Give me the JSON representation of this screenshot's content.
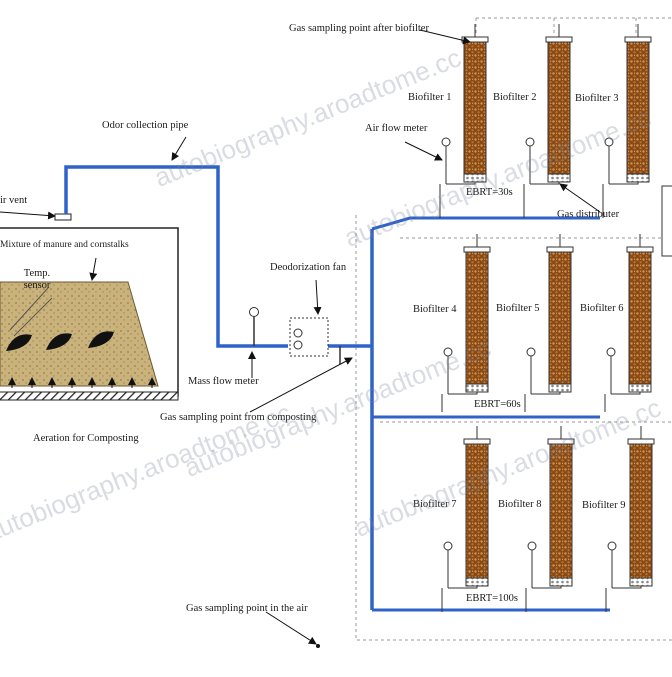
{
  "colors": {
    "pipe": "#2f63c8",
    "media_dark": "#7a3f14",
    "media_light": "#c98a3a",
    "compost": "#c6b07a",
    "line": "#333333",
    "dashed": "#9a9a9a",
    "watermark": "#8a93a6"
  },
  "labels": {
    "gas_sampling_after_biofilter": "Gas sampling point after biofilter",
    "odor_collection_pipe": "Odor collection pipe",
    "air_vent": "ir vent",
    "mixture": "Mixture of manure and cornstalks",
    "temp_sensor": "Temp. sensor",
    "deodorization_fan": "Deodorization fan",
    "mass_flow_meter": "Mass flow meter",
    "gas_sampling_composting": "Gas sampling point from composting",
    "aeration": "Aeration for Composting",
    "air_flow_meter": "Air flow meter",
    "gas_distributer": "Gas distributer",
    "gas_sampling_air": "Gas sampling point in the air"
  },
  "groups": [
    {
      "ebrt": "EBRT=30s",
      "biofilters": [
        "Biofilter 1",
        "Biofilter 2",
        "Biofilter 3"
      ]
    },
    {
      "ebrt": "EBRT=60s",
      "biofilters": [
        "Biofilter 4",
        "Biofilter 5",
        "Biofilter 6"
      ]
    },
    {
      "ebrt": "EBRT=100s",
      "biofilters": [
        "Biofilter 7",
        "Biofilter 8",
        "Biofilter 9"
      ]
    }
  ],
  "watermarks": [
    "autobiography.aroadtome.cc",
    "autobiography.aroadtome.cc",
    "autobiography.aroadtome.cc",
    "autobiography.aroadtome.cc",
    "autobiography.aroadtome.cc"
  ]
}
